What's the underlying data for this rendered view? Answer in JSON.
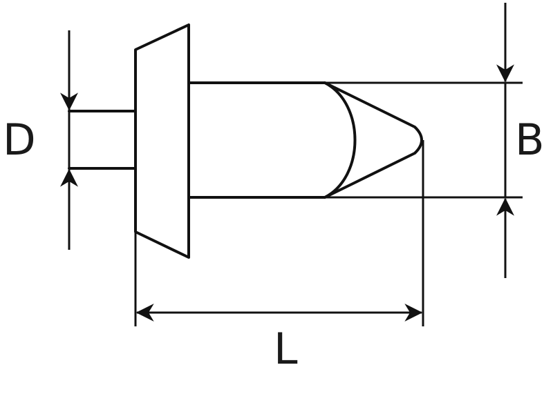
{
  "labels": {
    "diameter": "D",
    "body_diameter": "B",
    "length": "L"
  },
  "colors": {
    "stroke": "#111111",
    "background": "#ffffff"
  }
}
